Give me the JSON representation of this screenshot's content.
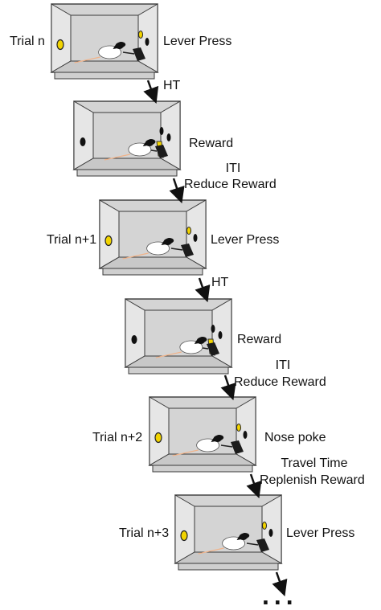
{
  "panels": [
    {
      "trial": "Trial n",
      "event": "Lever Press"
    },
    {
      "trial": "",
      "event": "Reward"
    },
    {
      "trial": "Trial n+1",
      "event": "Lever Press"
    },
    {
      "trial": "",
      "event": "Reward"
    },
    {
      "trial": "Trial n+2",
      "event": "Nose poke"
    },
    {
      "trial": "Trial n+3",
      "event": "Lever Press"
    }
  ],
  "transitions": [
    {
      "line1": "HT",
      "line2": ""
    },
    {
      "line1": "ITI",
      "line2": "Reduce Reward"
    },
    {
      "line1": "HT",
      "line2": ""
    },
    {
      "line1": "ITI",
      "line2": "Reduce Reward"
    },
    {
      "line1": "Travel Time",
      "line2": "Replenish Reward"
    }
  ],
  "ellipsis": "...",
  "colors": {
    "box_fill": "#d4d4d4",
    "box_wall": "#e6e6e6",
    "outline": "#3a3a3a",
    "nose_poke_light": "#f2d400",
    "reward_light": "#f2d400",
    "rat": "#ffffff"
  }
}
